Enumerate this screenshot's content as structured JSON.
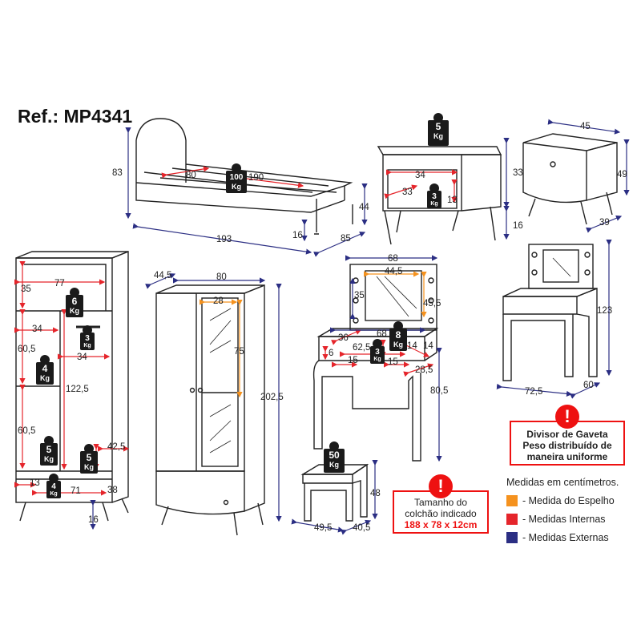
{
  "reference": "Ref.: MP4341",
  "colors": {
    "mirror": "#f5921e",
    "internal": "#e5252b",
    "external": "#2b2e83",
    "warning": "#e11d1d",
    "weight_badge": "#1a1a1a"
  },
  "weights": [
    {
      "value": "5",
      "unit": "Kg"
    },
    {
      "value": "100",
      "unit": "Kg"
    },
    {
      "value": "3",
      "unit": "Kg"
    },
    {
      "value": "6",
      "unit": "Kg"
    },
    {
      "value": "3",
      "unit": "Kg"
    },
    {
      "value": "4",
      "unit": "Kg"
    },
    {
      "value": "5",
      "unit": "Kg"
    },
    {
      "value": "5",
      "unit": "Kg"
    },
    {
      "value": "4",
      "unit": "Kg"
    },
    {
      "value": "8",
      "unit": "Kg"
    },
    {
      "value": "3",
      "unit": "Kg"
    },
    {
      "value": "50",
      "unit": "Kg"
    }
  ],
  "dims": {
    "bed": [
      "83",
      "80",
      "190",
      "44",
      "16",
      "193",
      "85"
    ],
    "nightstand": [
      "34",
      "33",
      "13",
      "33",
      "16",
      "45",
      "49",
      "39"
    ],
    "closet": [
      "77",
      "35",
      "34",
      "60,5",
      "34",
      "122,5",
      "60,5",
      "42,5",
      "13",
      "71",
      "38",
      "16"
    ],
    "wardrobe": [
      "44,5",
      "80",
      "28",
      "75",
      "202,5"
    ],
    "vanity": [
      "68",
      "44,5",
      "35",
      "45,5",
      "68",
      "36",
      "6",
      "62,5",
      "14",
      "14",
      "15",
      "15",
      "28,5",
      "80,5",
      "123",
      "72,5",
      "60"
    ],
    "stool": [
      "48",
      "49,5",
      "40,5"
    ]
  },
  "drawer_note": {
    "lines": [
      "Divisor de Gaveta",
      "Peso distribuído de",
      "maneira uniforme"
    ]
  },
  "mattress_note": {
    "lines": [
      "Tamanho do",
      "colchão indicado"
    ],
    "size": "188 x 78 x 12cm"
  },
  "legend": {
    "title": "Medidas em centímetros.",
    "items": [
      {
        "label": "- Medida do Espelho",
        "color": "#f5921e"
      },
      {
        "label": "- Medidas Internas",
        "color": "#e5252b"
      },
      {
        "label": "- Medidas Externas",
        "color": "#2b2e83"
      }
    ]
  }
}
